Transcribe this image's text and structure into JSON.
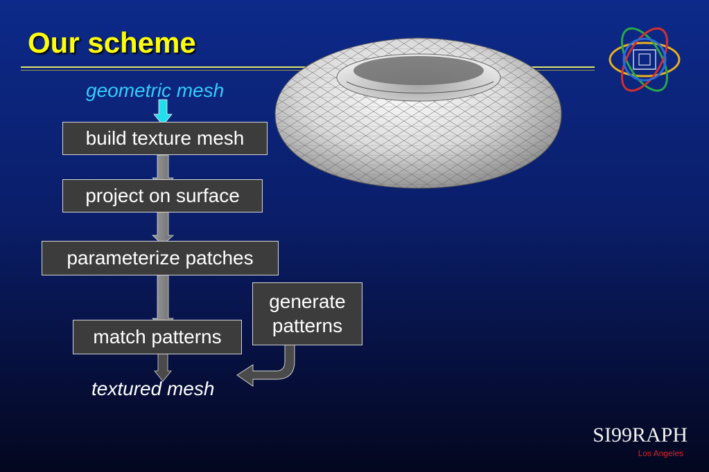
{
  "slide": {
    "title": "Our scheme",
    "input_label": "geometric mesh",
    "output_label": "textured mesh"
  },
  "pipeline": {
    "steps": [
      "build texture mesh",
      "project on surface",
      "parameterize patches",
      "match patterns"
    ],
    "side_step": [
      "generate",
      "patterns"
    ]
  },
  "logo": {
    "text": "SI99RAPH",
    "subtext": "Los Angeles"
  },
  "colors": {
    "title": "#ffff00",
    "input_label": "#33ccff",
    "box_fill": "#3c3c3c",
    "arrow_fill": "#8a8a8a"
  }
}
